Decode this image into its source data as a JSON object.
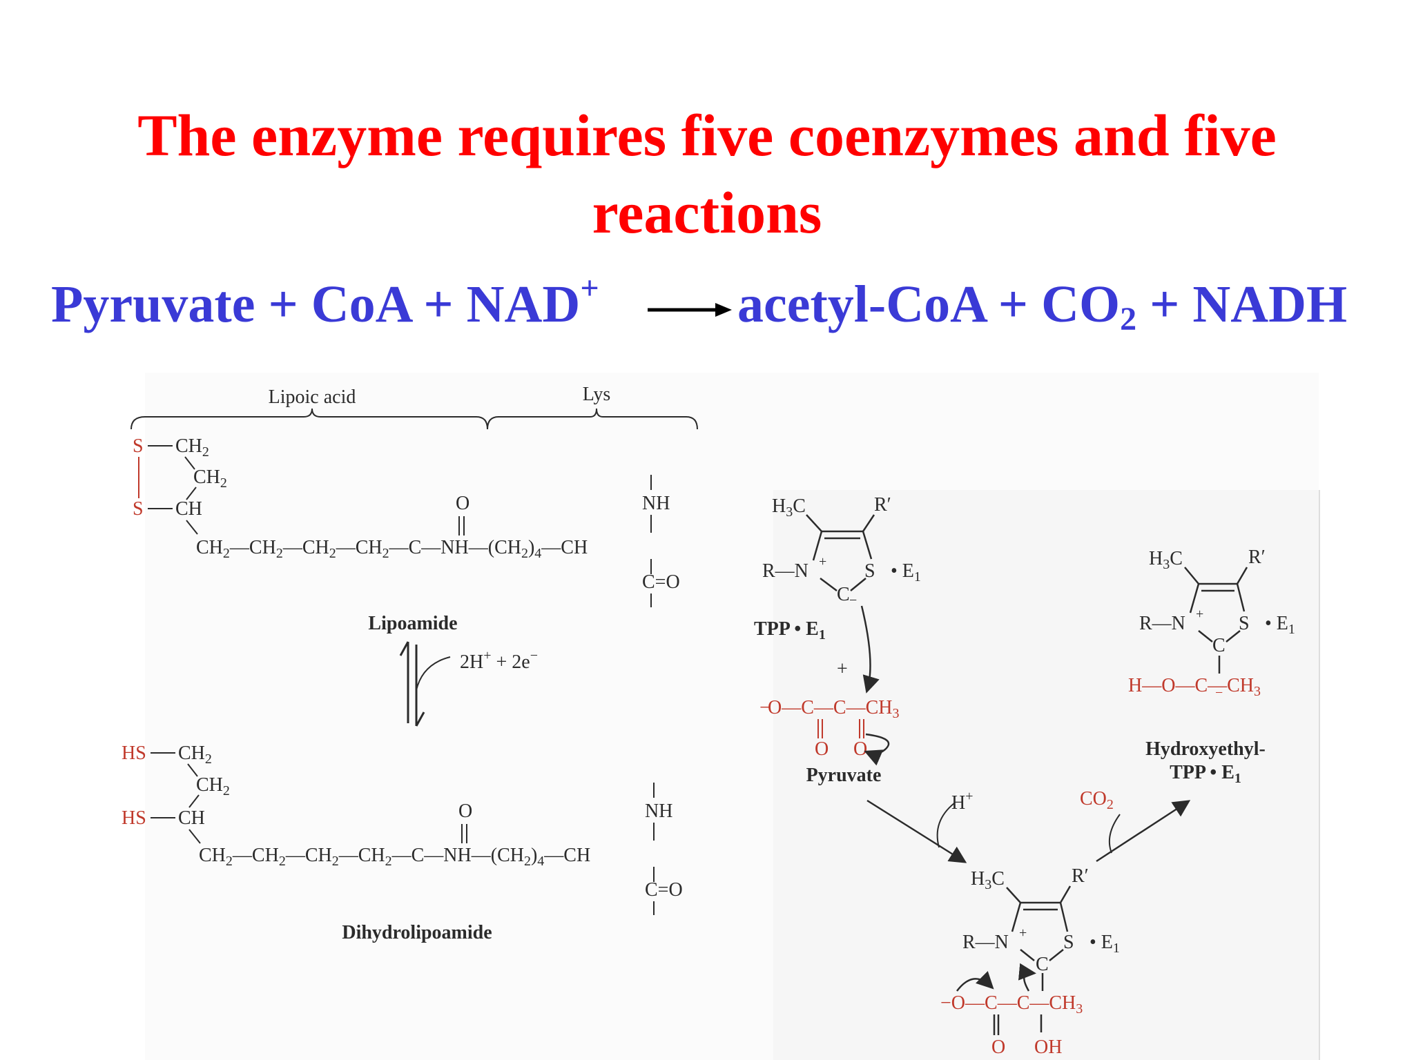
{
  "slide": {
    "title_line1": "The enzyme requires five coenzymes and five",
    "title_line2": "reactions",
    "equation": {
      "lhs_main": "Pyruvate + CoA + NAD",
      "lhs_sup": "+",
      "rhs_a": "acetyl-CoA + CO",
      "rhs_sub": "2",
      "rhs_b": " + NADH"
    }
  },
  "lipoamide_panel": {
    "brace_left_label": "Lipoic acid",
    "brace_right_label": "Lys",
    "top_name": "Lipoamide",
    "bottom_name": "Dihydrolipoamide",
    "equilibrium_label": "2H",
    "equilibrium_sup": "+",
    "equilibrium_rest": "+ 2e",
    "equilibrium_sup2": "−"
  },
  "tpp_panel": {
    "tpp_label": "TPP",
    "e1": "E",
    "pyruvate_label": "Pyruvate",
    "hydroxyethyl_label1": "Hydroxyethyl-",
    "hydroxyethyl_label2": "TPP",
    "h_plus": "H",
    "co2": "CO",
    "plus": "+"
  },
  "colors": {
    "title": "#ff0000",
    "equation": "#3a3ad6",
    "chem_red": "#c0392b",
    "chem_black": "#2b2b2b"
  }
}
